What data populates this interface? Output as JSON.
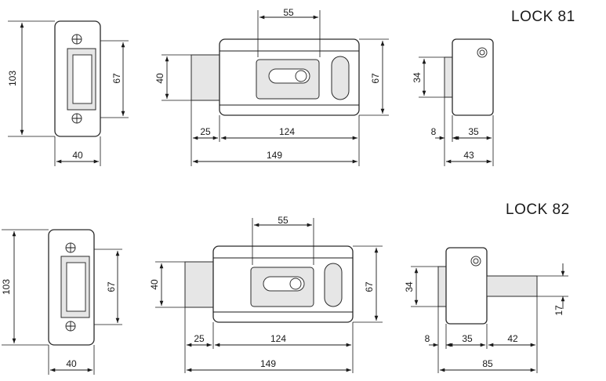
{
  "titles": {
    "lock81": "LOCK 81",
    "lock82": "LOCK 82"
  },
  "lock81": {
    "strike_plate": {
      "height": "103",
      "inner_height": "67",
      "width": "40"
    },
    "front_view": {
      "top_width": "55",
      "cylinder_height": "40",
      "body_height": "67",
      "cylinder_length": "25",
      "body_length": "124",
      "overall_length": "149"
    },
    "side_view": {
      "height": "34",
      "offset": "8",
      "body_depth": "35",
      "overall_depth": "43"
    }
  },
  "lock82": {
    "strike_plate": {
      "height": "103",
      "inner_height": "67",
      "width": "40"
    },
    "front_view": {
      "top_width": "55",
      "cylinder_height": "40",
      "body_height": "67",
      "cylinder_length": "25",
      "body_length": "124",
      "overall_length": "149"
    },
    "side_view": {
      "height": "34",
      "offset": "8",
      "body_depth": "35",
      "bolt_length": "42",
      "bolt_height": "17",
      "overall_depth": "85"
    }
  }
}
